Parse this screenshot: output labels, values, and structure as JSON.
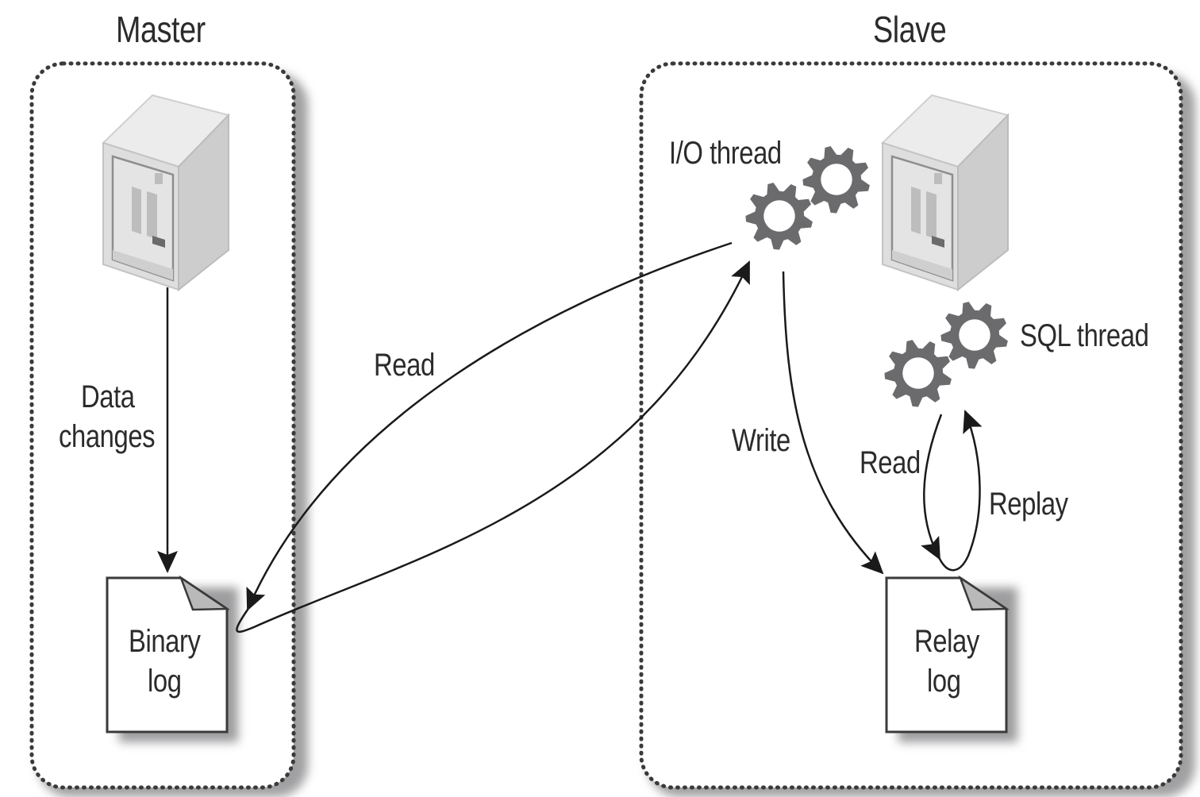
{
  "diagram": {
    "type": "mysql-replication",
    "panels": {
      "master": {
        "title": "Master"
      },
      "slave": {
        "title": "Slave"
      }
    },
    "documents": {
      "binary_log": {
        "line1": "Binary",
        "line2": "log"
      },
      "relay_log": {
        "line1": "Relay",
        "line2": "log"
      }
    },
    "threads": {
      "io": {
        "label": "I/O thread"
      },
      "sql": {
        "label": "SQL thread"
      }
    },
    "edges": [
      {
        "from": "master-server",
        "to": "binary-log",
        "label_line1": "Data",
        "label_line2": "changes"
      },
      {
        "from": "io-thread",
        "to": "binary-log",
        "label": "Read"
      },
      {
        "from": "binary-log",
        "to": "io-thread",
        "label": ""
      },
      {
        "from": "io-thread",
        "to": "relay-log",
        "label": "Write"
      },
      {
        "from": "sql-thread",
        "to": "relay-log",
        "label": "Read"
      },
      {
        "from": "relay-log",
        "to": "sql-thread",
        "label": "Replay"
      }
    ],
    "colors": {
      "ink": "#2b2b2b",
      "gear": "#6b6b6d",
      "server_light": "#ececec",
      "server_mid": "#d2d2d2",
      "shadow": "#9a9a9c",
      "fold": "#b9b9b9"
    }
  }
}
